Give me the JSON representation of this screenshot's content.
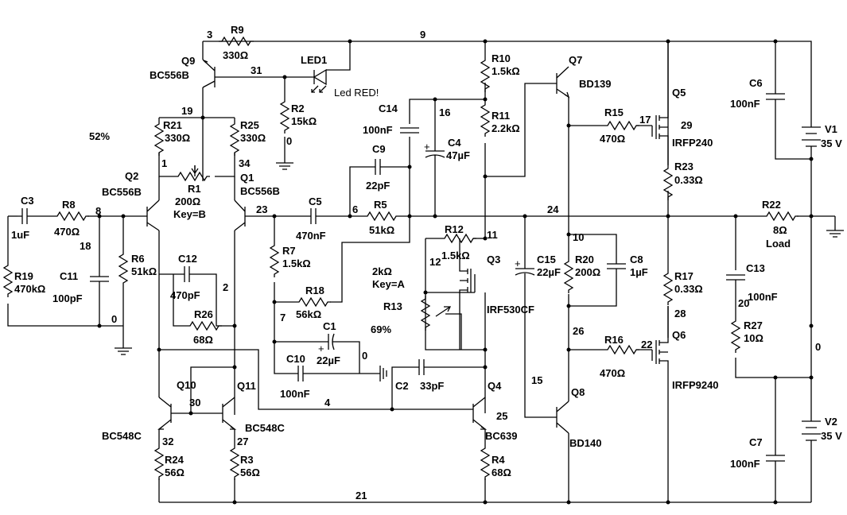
{
  "colors": {
    "ink": "#000000",
    "background": "#ffffff"
  },
  "components": {
    "R9": {
      "ref": "R9",
      "value": "330Ω"
    },
    "R2": {
      "ref": "R2",
      "value": "15kΩ"
    },
    "R21": {
      "ref": "R21",
      "value": "330Ω"
    },
    "R25": {
      "ref": "R25",
      "value": "330Ω"
    },
    "R1": {
      "ref": "R1",
      "value": "200Ω",
      "key": "Key=B"
    },
    "R10": {
      "ref": "R10",
      "value": "1.5kΩ"
    },
    "R11": {
      "ref": "R11",
      "value": "2.2kΩ"
    },
    "R15": {
      "ref": "R15",
      "value": "470Ω"
    },
    "R23": {
      "ref": "R23",
      "value": "0.33Ω"
    },
    "R22": {
      "ref": "R22",
      "value": "8Ω",
      "note": "Load"
    },
    "R8": {
      "ref": "R8",
      "value": "470Ω"
    },
    "R19": {
      "ref": "R19",
      "value": "470kΩ"
    },
    "R6": {
      "ref": "R6",
      "value": "51kΩ"
    },
    "R26": {
      "ref": "R26",
      "value": "68Ω"
    },
    "R5": {
      "ref": "R5",
      "value": "51kΩ"
    },
    "R7": {
      "ref": "R7",
      "value": "1.5kΩ"
    },
    "R18": {
      "ref": "R18",
      "value": "56kΩ"
    },
    "R12": {
      "ref": "R12",
      "value": "1.5kΩ"
    },
    "R13": {
      "ref": "R13",
      "value": "2kΩ",
      "key": "Key=A"
    },
    "R20": {
      "ref": "R20",
      "value": "200Ω"
    },
    "R17": {
      "ref": "R17",
      "value": "0.33Ω"
    },
    "R16": {
      "ref": "R16",
      "value": "470Ω"
    },
    "R27": {
      "ref": "R27",
      "value": "10Ω"
    },
    "R24": {
      "ref": "R24",
      "value": "56Ω"
    },
    "R3": {
      "ref": "R3",
      "value": "56Ω"
    },
    "R4": {
      "ref": "R4",
      "value": "68Ω"
    },
    "C3": {
      "ref": "C3",
      "value": "1uF"
    },
    "C11": {
      "ref": "C11",
      "value": "100pF"
    },
    "C12": {
      "ref": "C12",
      "value": "470pF"
    },
    "C5": {
      "ref": "C5",
      "value": "470nF"
    },
    "C9": {
      "ref": "C9",
      "value": "22pF"
    },
    "C14": {
      "ref": "C14",
      "value": "100nF"
    },
    "C4": {
      "ref": "C4",
      "value": "47µF"
    },
    "C1": {
      "ref": "C1",
      "value": "22µF"
    },
    "C10": {
      "ref": "C10",
      "value": "100nF"
    },
    "C2": {
      "ref": "C2",
      "value": "33pF"
    },
    "C15": {
      "ref": "C15",
      "value": "22µF"
    },
    "C8": {
      "ref": "C8",
      "value": "1µF"
    },
    "C6": {
      "ref": "C6",
      "value": "100nF"
    },
    "C13": {
      "ref": "C13",
      "value": "100nF"
    },
    "C7": {
      "ref": "C7",
      "value": "100nF"
    },
    "Q9": {
      "ref": "Q9",
      "part": "BC556B"
    },
    "Q2": {
      "ref": "Q2",
      "part": "BC556B"
    },
    "Q1": {
      "ref": "Q1",
      "part": "BC556B"
    },
    "Q7": {
      "ref": "Q7",
      "part": "BD139"
    },
    "Q5": {
      "ref": "Q5",
      "part": "IRFP240"
    },
    "Q3": {
      "ref": "Q3",
      "part": "IRF530CF"
    },
    "Q6": {
      "ref": "Q6",
      "part": "IRFP9240"
    },
    "Q10": {
      "ref": "Q10",
      "part": "BC548C"
    },
    "Q11": {
      "ref": "Q11",
      "part": "BC548C"
    },
    "Q4": {
      "ref": "Q4",
      "part": "BC639"
    },
    "Q8": {
      "ref": "Q8",
      "part": "BD140"
    },
    "LED1": {
      "ref": "LED1",
      "note": "Led RED!"
    },
    "V1": {
      "ref": "V1",
      "value": "35 V"
    },
    "V2": {
      "ref": "V2",
      "value": "35 V"
    }
  },
  "percents": {
    "r1": "52%",
    "r13": "69%"
  },
  "nodes": {
    "n3": "3",
    "n9": "9",
    "n31": "31",
    "n19": "19",
    "n0a": "0",
    "n1": "1",
    "n34": "34",
    "n8": "8",
    "n18": "18",
    "n0b": "0",
    "n2": "2",
    "n23": "23",
    "n6": "6",
    "n24": "24",
    "n16": "16",
    "n11": "11",
    "n12": "12",
    "n10": "10",
    "n17": "17",
    "n29": "29",
    "n7": "7",
    "n0c": "0",
    "n4": "4",
    "n30": "30",
    "n32": "32",
    "n27": "27",
    "n21": "21",
    "n25": "25",
    "n15": "15",
    "n26": "26",
    "n22": "22",
    "n28": "28",
    "n20": "20",
    "n0d": "0"
  }
}
